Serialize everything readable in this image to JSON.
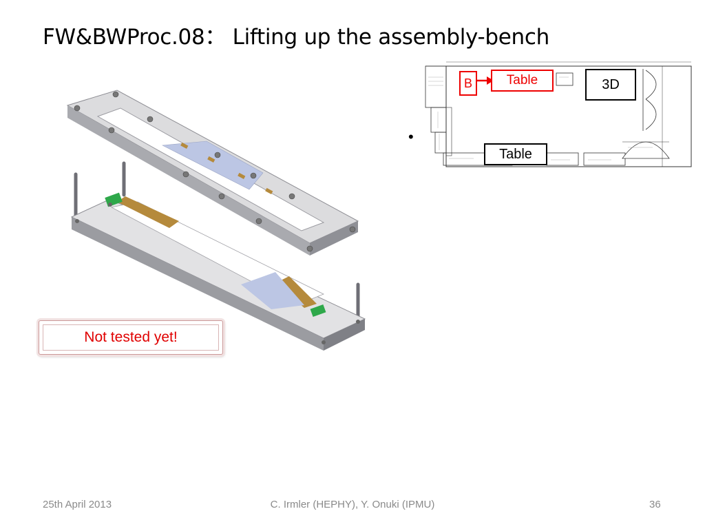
{
  "slide": {
    "title": "FW&BWProc.08： Lifting up the assembly-bench",
    "note": "Not tested yet!",
    "bullet": "•"
  },
  "floorplan": {
    "labels": {
      "b": "B",
      "table_top": "Table",
      "three_d": "3D",
      "table_bottom": "Table"
    }
  },
  "footer": {
    "date": "25th April 2013",
    "authors": "C. Irmler (HEPHY), Y. Onuki (IPMU)",
    "page": "36"
  },
  "colors": {
    "accent_red": "#e00000",
    "footer_gray": "#8a8a8a"
  }
}
